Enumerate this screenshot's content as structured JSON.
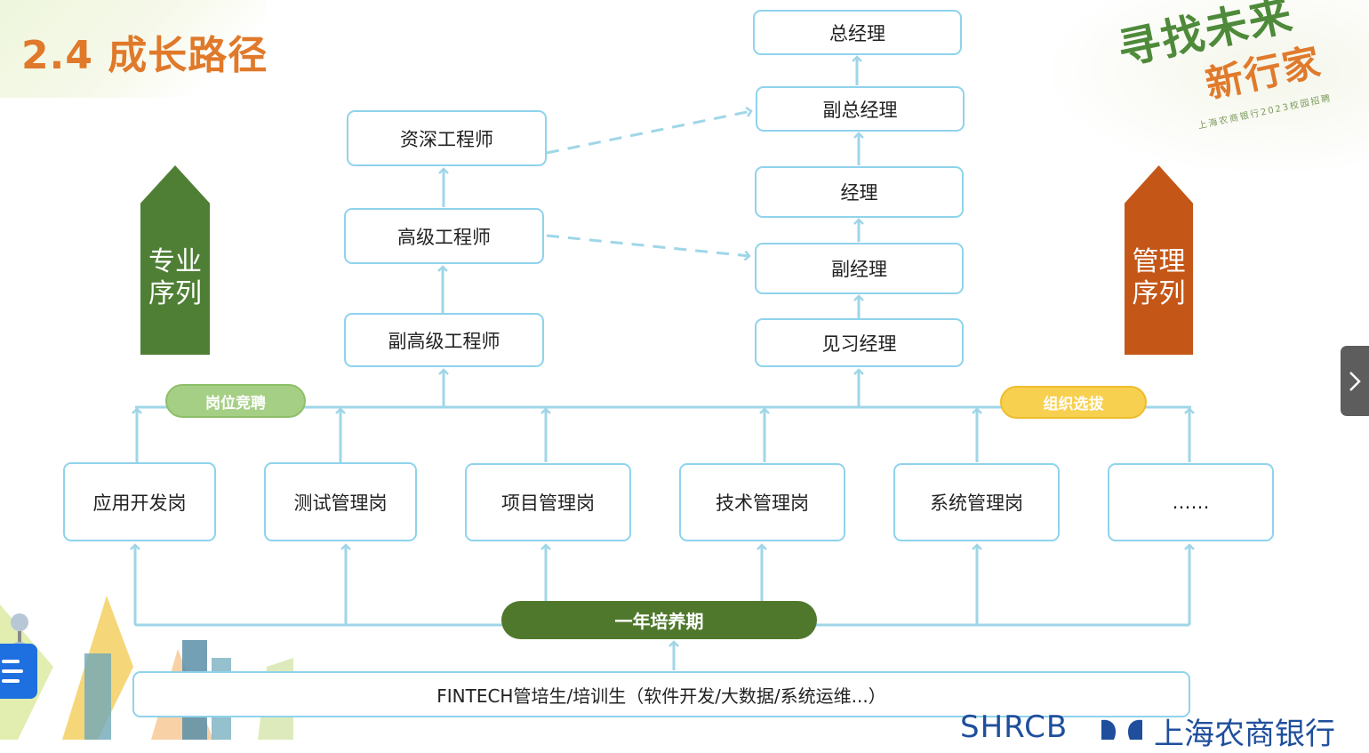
{
  "title": "2.4 成长路径",
  "brand": {
    "line1": "寻找未来",
    "line2": "新行家",
    "sub": "上海农商银行2023校园招聘"
  },
  "sequences": {
    "professional": "专业序列",
    "management": "管理序列"
  },
  "engineer_track": [
    "资深工程师",
    "高级工程师",
    "副高级工程师"
  ],
  "management_track": [
    "总经理",
    "副总经理",
    "经理",
    "副经理",
    "见习经理"
  ],
  "selection_labels": {
    "competition": "岗位竞聘",
    "selection": "组织选拔"
  },
  "positions": [
    "应用开发岗",
    "测试管理岗",
    "项目管理岗",
    "技术管理岗",
    "系统管理岗",
    "……"
  ],
  "training_period": "一年培养期",
  "entry": "FINTECH管培生/培训生（软件开发/大数据/系统运维...）",
  "logo": {
    "en": "SHRCB",
    "cn": "上海农商银行"
  },
  "colors": {
    "title": "#e0792a",
    "box_border": "#8fd3ec",
    "connector": "#9fd6e8",
    "professional_arrow": "#4f7f35",
    "management_arrow": "#c45718",
    "competition_pill": "#a6cf86",
    "selection_pill": "#f8d050",
    "training_pill": "#50782d",
    "logo": "#1f4e9c"
  }
}
